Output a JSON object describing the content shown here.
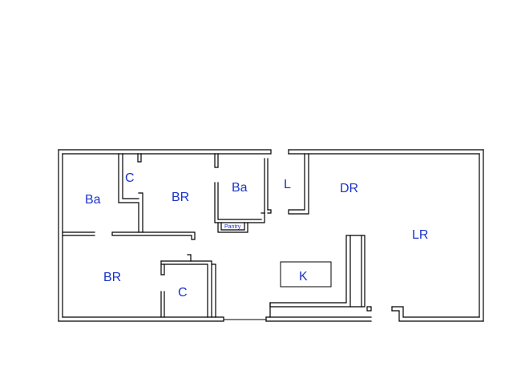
{
  "labels": {
    "bath_left": "Ba",
    "closet_top": "C",
    "bedroom_top": "BR",
    "bath_mid": "Ba",
    "laundry": "L",
    "dining": "DR",
    "living": "LR",
    "bedroom_bottom": "BR",
    "closet_bottom": "C",
    "kitchen": "K",
    "pantry": "Pantry"
  },
  "colors": {
    "walls": "#000000",
    "labels": "#1a33cc",
    "background": "#ffffff"
  }
}
